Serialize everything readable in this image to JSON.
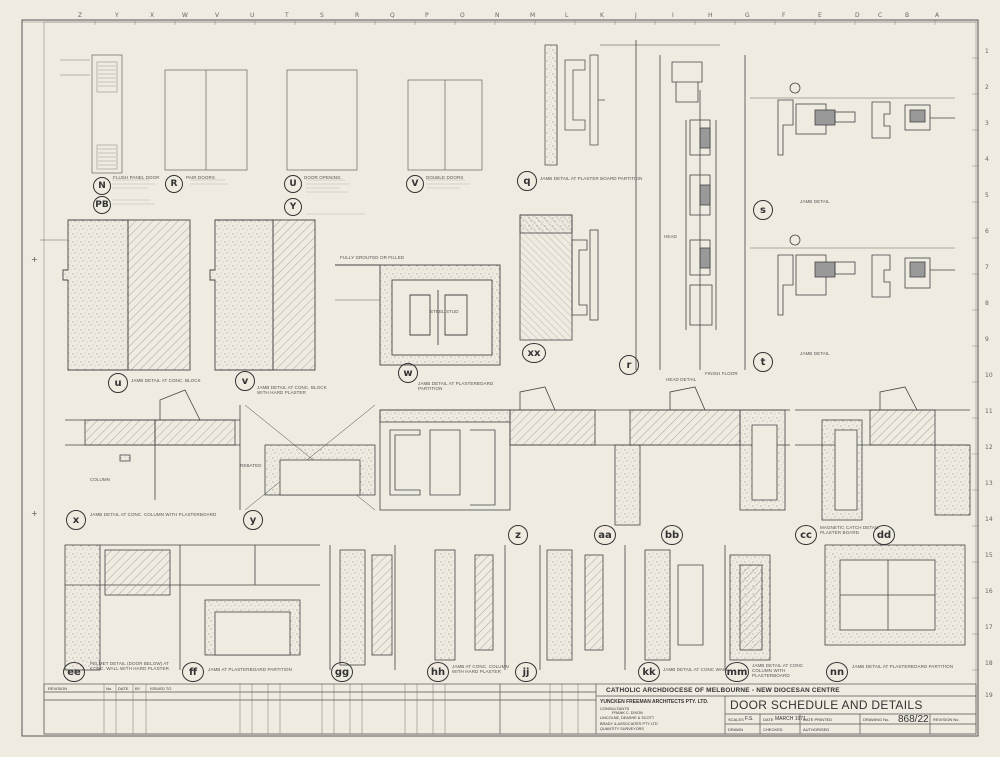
{
  "title_block": {
    "client": "CATHOLIC  ARCHDIOCESE  OF  MELBOURNE  -  NEW  DIOCESAN  CENTRE",
    "drawing_title": "DOOR SCHEDULE  AND  DETAILS",
    "architect": "YUNCKEN FREEMAN ARCHITECTS PTY. LTD.",
    "consultants_heading": "CONSULTANTS",
    "consultant_1": "FRANK C. DIXON",
    "consultant_2": "LINCOLNE, DEASHE & SCOTT",
    "consultant_3": "BRADY & ASSOCIATES PTY LTD",
    "consultant_4": "QUANTITY SURVEYORS",
    "scale_label": "SCALES",
    "scale_value": "F.S.",
    "date_label": "DATE",
    "date_value": "MARCH 1971",
    "drawn_label": "DRAWN",
    "checked_label": "CHECKED",
    "date_printed_label": "DATE PRINTED",
    "authorised_label": "AUTHORISED",
    "drawing_no_label": "DRAWING No.",
    "drawing_no": "868/22",
    "revision_label": "REVISION No.",
    "revision_col": "REVISION",
    "no_col": "No.",
    "date_col": "DATE",
    "by_col": "BY",
    "issued_to_col": "ISSUED TO"
  },
  "grid": {
    "letters": [
      "Z",
      "Y",
      "X",
      "W",
      "V",
      "U",
      "T",
      "S",
      "R",
      "Q",
      "P",
      "O",
      "N",
      "M",
      "L",
      "K",
      "J",
      "I",
      "H",
      "G",
      "F",
      "E",
      "D",
      "C",
      "B",
      "A"
    ],
    "numbers": [
      "1",
      "2",
      "3",
      "4",
      "5",
      "6",
      "7",
      "8",
      "9",
      "10",
      "11",
      "12",
      "13",
      "14",
      "15",
      "16",
      "17",
      "18",
      "19"
    ]
  },
  "details": [
    {
      "id": "q",
      "label": "JAMB DETAIL AT PLASTER BOARD PARTITION"
    },
    {
      "id": "r",
      "label": "HEAD DETAIL"
    },
    {
      "id": "s",
      "label": "JAMB DETAIL"
    },
    {
      "id": "t",
      "label": "JAMB DETAIL"
    },
    {
      "id": "u",
      "label": "JAMB DETAIL AT CONC. BLOCK"
    },
    {
      "id": "v",
      "label": "JAMB DETAIL AT CONC. BLOCK WITH HARD PLASTER"
    },
    {
      "id": "w",
      "label": "JAMB DETAIL AT PLASTERBOARD PARTITION"
    },
    {
      "id": "xx",
      "label": ""
    },
    {
      "id": "x",
      "label": "JAMB DETAIL AT CONC. COLUMN WITH PLASTERBOARD"
    },
    {
      "id": "y",
      "label": ""
    },
    {
      "id": "z",
      "label": ""
    },
    {
      "id": "aa",
      "label": ""
    },
    {
      "id": "bb",
      "label": ""
    },
    {
      "id": "cc",
      "label": "MAGNETIC CATCH DETAIL PLASTER BOARD"
    },
    {
      "id": "dd",
      "label": ""
    },
    {
      "id": "ee",
      "label": "PELMET DETAIL (DOOR BELOW) AT CONC. WALL WITH HARD PLASTER"
    },
    {
      "id": "ff",
      "label": "JAMB AT PLASTERBOARD PARTITION"
    },
    {
      "id": "gg",
      "label": ""
    },
    {
      "id": "hh",
      "label": "JAMB AT CONC. COLUMN WITH HARD PLASTER"
    },
    {
      "id": "jj",
      "label": ""
    },
    {
      "id": "kk",
      "label": "JAMB DETAIL AT CONC WALL"
    },
    {
      "id": "mm",
      "label": "JAMB DETAIL AT CONC COLUMN WITH PLASTERBOARD"
    },
    {
      "id": "nn",
      "label": "JAMB DETAIL AT PLASTERBOARD PARTITION"
    }
  ],
  "elevations": [
    {
      "id": "N",
      "label": "FLUSH PANEL DOOR"
    },
    {
      "id": "R",
      "label": "PAIR DOORS"
    },
    {
      "id": "U",
      "label": "DOOR OPENING"
    },
    {
      "id": "V",
      "label": "DOUBLE DOORS"
    },
    {
      "id": "Y",
      "label": ""
    },
    {
      "id": "PB",
      "label": ""
    }
  ],
  "notes": {
    "head_level": "HEAD",
    "floor_level": "FINISH FLOOR",
    "column": "COLUMN",
    "grout": "FULLY GROUTED OR FILLED",
    "steel_stud": "STEEL STUD",
    "rebated": "REBATED"
  }
}
